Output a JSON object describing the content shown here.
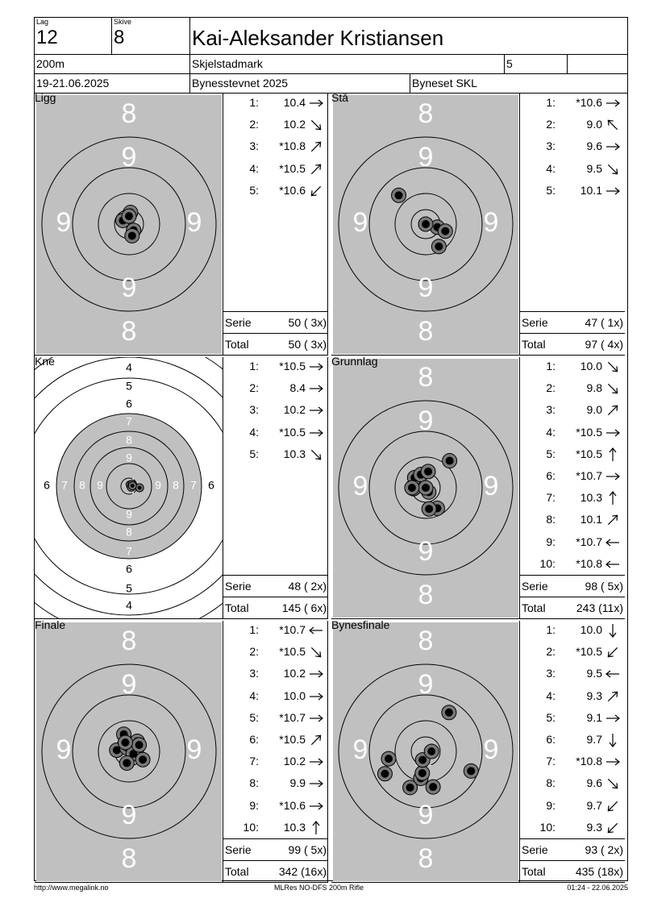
{
  "header": {
    "lag_label": "Lag",
    "lag_value": "12",
    "skive_label": "Skive",
    "skive_value": "8",
    "shooter_name": "Kai-Aleksander Kristiansen",
    "distance": "200m",
    "range_name": "Skjelstadmark",
    "class": "5",
    "dates": "19-21.06.2025",
    "event": "Bynesstevnet 2025",
    "club": "Byneset SKL"
  },
  "totals_labels": {
    "serie": "Serie",
    "total": "Total"
  },
  "panels": [
    {
      "title": "Ligg",
      "target": "large",
      "shots": [
        {
          "n": "1:",
          "v": "10.4",
          "dir": "E"
        },
        {
          "n": "2:",
          "v": "10.2",
          "dir": "SE"
        },
        {
          "n": "3:",
          "v": "*10.8",
          "dir": "NE"
        },
        {
          "n": "4:",
          "v": "*10.5",
          "dir": "NE"
        },
        {
          "n": "5:",
          "v": "*10.6",
          "dir": "SW"
        }
      ],
      "serie": "50 ( 3x)",
      "total": "50 ( 3x)",
      "hits": [
        [
          -0.2,
          -0.12
        ],
        [
          0.05,
          -0.38
        ],
        [
          0.0,
          -0.26
        ],
        [
          0.15,
          0.2
        ],
        [
          0.1,
          0.38
        ]
      ]
    },
    {
      "title": "Stå",
      "target": "large",
      "shots": [
        {
          "n": "1:",
          "v": "*10.6",
          "dir": "E"
        },
        {
          "n": "2:",
          "v": "9.0",
          "dir": "NW"
        },
        {
          "n": "3:",
          "v": "9.6",
          "dir": "E"
        },
        {
          "n": "4:",
          "v": "9.5",
          "dir": "SE"
        },
        {
          "n": "5:",
          "v": "10.1",
          "dir": "E"
        }
      ],
      "serie": "47 ( 1x)",
      "total": "97 ( 4x)",
      "hits": [
        [
          -0.88,
          -0.94
        ],
        [
          0.38,
          0.1
        ],
        [
          0.64,
          0.23
        ],
        [
          0.43,
          0.73
        ],
        [
          0.0,
          0.0
        ]
      ]
    },
    {
      "title": "Kne",
      "target": "small",
      "shots": [
        {
          "n": "1:",
          "v": "*10.5",
          "dir": "E"
        },
        {
          "n": "2:",
          "v": "8.4",
          "dir": "E"
        },
        {
          "n": "3:",
          "v": "10.2",
          "dir": "E"
        },
        {
          "n": "4:",
          "v": "*10.5",
          "dir": "E"
        },
        {
          "n": "5:",
          "v": "10.3",
          "dir": "SE"
        }
      ],
      "serie": "48 ( 2x)",
      "total": "145 ( 6x)",
      "hits": [
        [
          0.05,
          -0.06
        ],
        [
          0.47,
          0.07
        ],
        [
          0.13,
          -0.08
        ],
        [
          0.1,
          0.05
        ],
        [
          0.15,
          -0.02
        ]
      ]
    },
    {
      "title": "Grunnlag",
      "target": "large",
      "shots": [
        {
          "n": "1:",
          "v": "10.0",
          "dir": "SE"
        },
        {
          "n": "2:",
          "v": "9.8",
          "dir": "SE"
        },
        {
          "n": "3:",
          "v": "9.0",
          "dir": "NE"
        },
        {
          "n": "4:",
          "v": "*10.5",
          "dir": "E"
        },
        {
          "n": "5:",
          "v": "*10.5",
          "dir": "N"
        },
        {
          "n": "6:",
          "v": "*10.7",
          "dir": "E"
        },
        {
          "n": "7:",
          "v": "10.3",
          "dir": "N"
        },
        {
          "n": "8:",
          "v": "10.1",
          "dir": "NE"
        },
        {
          "n": "9:",
          "v": "*10.7",
          "dir": "W"
        },
        {
          "n": "10:",
          "v": "*10.8",
          "dir": "W"
        }
      ],
      "serie": "98 ( 5x)",
      "total": "243 (11x)",
      "hits": [
        [
          -0.4,
          0.03
        ],
        [
          -0.36,
          -0.33
        ],
        [
          0.78,
          -0.88
        ],
        [
          -0.16,
          -0.43
        ],
        [
          0.1,
          0.14
        ],
        [
          0.08,
          -0.53
        ],
        [
          0.0,
          0.0
        ],
        [
          0.38,
          0.67
        ],
        [
          0.11,
          0.69
        ],
        [
          -0.45,
          0.0
        ]
      ]
    },
    {
      "title": "Finale",
      "target": "large",
      "shots": [
        {
          "n": "1:",
          "v": "*10.7",
          "dir": "W"
        },
        {
          "n": "2:",
          "v": "*10.5",
          "dir": "SE"
        },
        {
          "n": "3:",
          "v": "10.2",
          "dir": "E"
        },
        {
          "n": "4:",
          "v": "10.0",
          "dir": "E"
        },
        {
          "n": "5:",
          "v": "*10.7",
          "dir": "E"
        },
        {
          "n": "6:",
          "v": "*10.5",
          "dir": "NE"
        },
        {
          "n": "7:",
          "v": "10.2",
          "dir": "E"
        },
        {
          "n": "8:",
          "v": "9.9",
          "dir": "E"
        },
        {
          "n": "9:",
          "v": "*10.6",
          "dir": "E"
        },
        {
          "n": "10:",
          "v": "10.3",
          "dir": "N"
        }
      ],
      "serie": "99 ( 5x)",
      "total": "342 (16x)",
      "hits": [
        [
          0.12,
          -0.03
        ],
        [
          -0.4,
          -0.04
        ],
        [
          -0.17,
          -0.56
        ],
        [
          0.27,
          -0.33
        ],
        [
          -0.07,
          -0.12
        ],
        [
          0.14,
          0.08
        ],
        [
          0.45,
          0.27
        ],
        [
          -0.07,
          0.38
        ],
        [
          0.33,
          -0.21
        ],
        [
          -0.12,
          -0.29
        ]
      ]
    },
    {
      "title": "Bynesfinale",
      "target": "large",
      "shots": [
        {
          "n": "1:",
          "v": "10.0",
          "dir": "S"
        },
        {
          "n": "2:",
          "v": "*10.5",
          "dir": "SW"
        },
        {
          "n": "3:",
          "v": "9.5",
          "dir": "W"
        },
        {
          "n": "4:",
          "v": "9.3",
          "dir": "NE"
        },
        {
          "n": "5:",
          "v": "9.1",
          "dir": "E"
        },
        {
          "n": "6:",
          "v": "9.7",
          "dir": "S"
        },
        {
          "n": "7:",
          "v": "*10.8",
          "dir": "E"
        },
        {
          "n": "8:",
          "v": "9.6",
          "dir": "SE"
        },
        {
          "n": "9:",
          "v": "9.7",
          "dir": "SW"
        },
        {
          "n": "10:",
          "v": "9.3",
          "dir": "SW"
        }
      ],
      "serie": "93 ( 2x)",
      "total": "435 (18x)",
      "hits": [
        [
          -0.16,
          0.88
        ],
        [
          -0.11,
          0.71
        ],
        [
          -1.33,
          0.73
        ],
        [
          0.76,
          -1.27
        ],
        [
          1.48,
          0.64
        ],
        [
          -0.51,
          1.18
        ],
        [
          -0.1,
          0.28
        ],
        [
          0.24,
          1.16
        ],
        [
          -1.21,
          0.24
        ],
        [
          0.19,
          0.0
        ]
      ]
    }
  ],
  "footer": {
    "left": "http://www.megalink.no",
    "center": "MLRes NO-DFS 200m Rifle",
    "right": "01:24 - 22.06.2025"
  }
}
